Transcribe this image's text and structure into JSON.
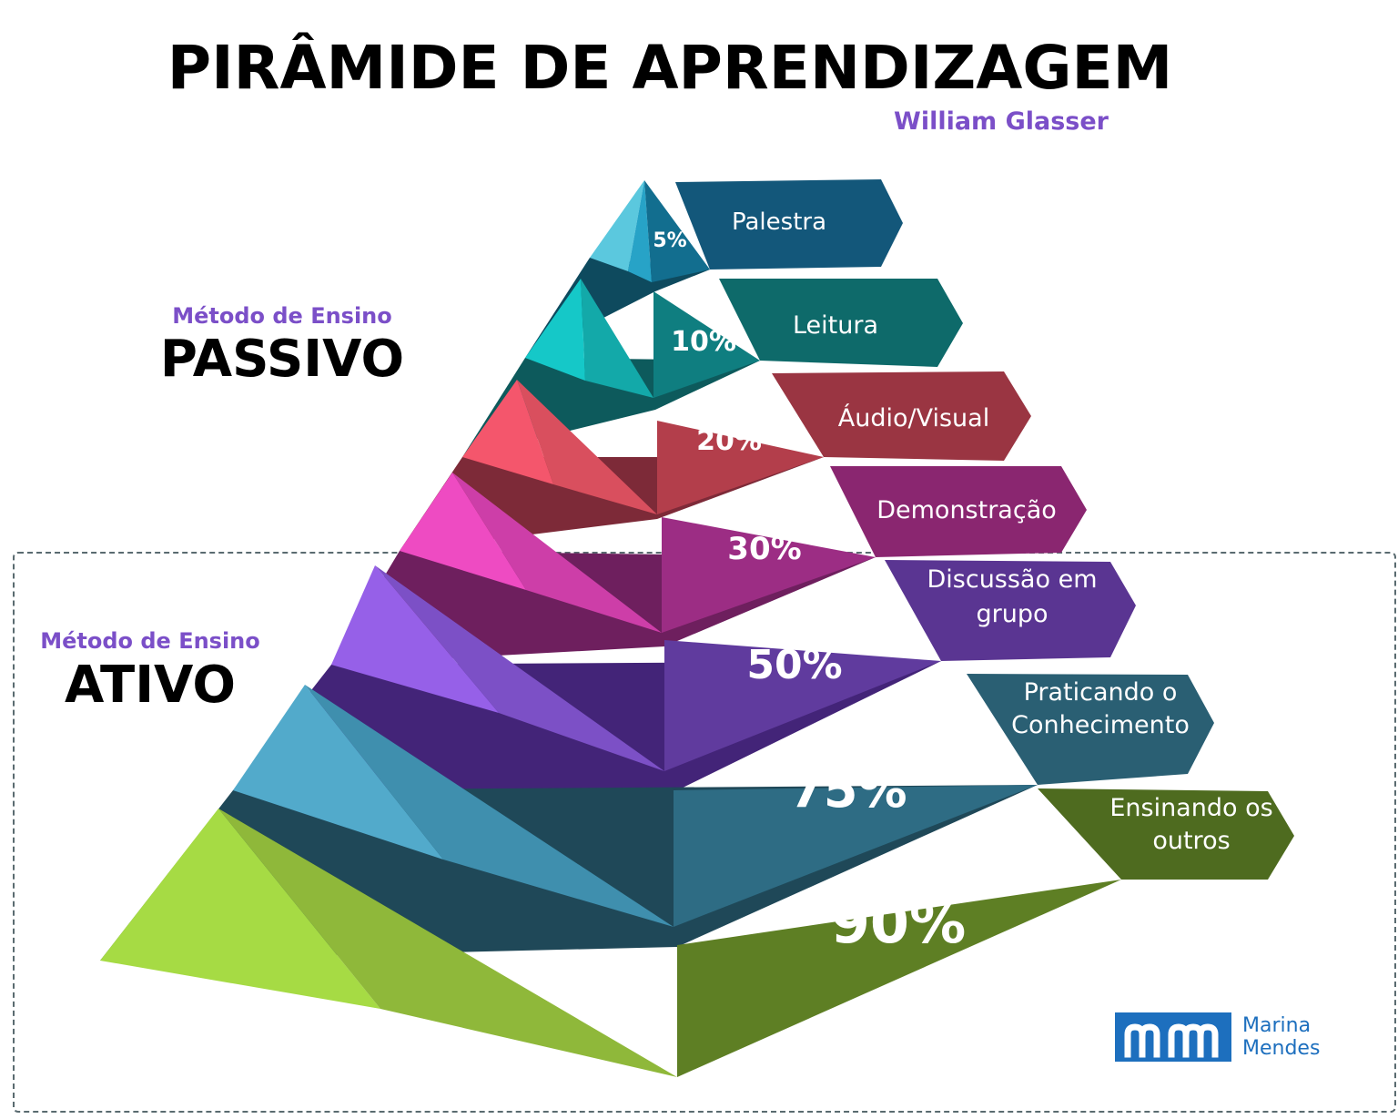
{
  "title": "PIRÂMIDE DE APRENDIZAGEM",
  "author": "William Glasser",
  "passive": {
    "subtitle": "Método de Ensino",
    "label": "PASSIVO"
  },
  "active": {
    "subtitle": "Método de Ensino",
    "label": "ATIVO"
  },
  "levels": [
    {
      "percent": "5%",
      "label": [
        "Palestra"
      ],
      "colors": {
        "left": "#5bc8de",
        "mid": "#27a3c7",
        "right": "#126e8f",
        "tab": "#13577a"
      }
    },
    {
      "percent": "10%",
      "label": [
        "Leitura"
      ],
      "colors": {
        "left": "#15c8c8",
        "mid": "#13a9a9",
        "right": "#0f7e80",
        "tab": "#0e6a6a"
      }
    },
    {
      "percent": "20%",
      "label": [
        "Áudio/Visual"
      ],
      "colors": {
        "left": "#f4566c",
        "mid": "#d94f5e",
        "right": "#b33e4b",
        "tab": "#9a3542"
      }
    },
    {
      "percent": "30%",
      "label": [
        "Demonstração"
      ],
      "colors": {
        "left": "#ee4bc2",
        "mid": "#cd3ea8",
        "right": "#9c2d84",
        "tab": "#8a2670"
      }
    },
    {
      "percent": "50%",
      "label": [
        "Discussão em",
        "grupo"
      ],
      "colors": {
        "left": "#9660e8",
        "mid": "#7c50c6",
        "right": "#603b9e",
        "tab": "#5a3592"
      }
    },
    {
      "percent": "75%",
      "label": [
        "Praticando o",
        "Conhecimento"
      ],
      "colors": {
        "left": "#52aacb",
        "mid": "#3f8fae",
        "right": "#2e6c84",
        "tab": "#2a5f73"
      }
    },
    {
      "percent": "90%",
      "label": [
        "Ensinando os",
        "outros"
      ],
      "colors": {
        "left": "#a6db44",
        "mid": "#8fb83a",
        "right": "#5e7f24",
        "tab": "#4e6b1f"
      }
    }
  ],
  "logo": {
    "mark": "mm",
    "line1": "Marina",
    "line2": "Mendes",
    "color": "#1d6fbe"
  }
}
